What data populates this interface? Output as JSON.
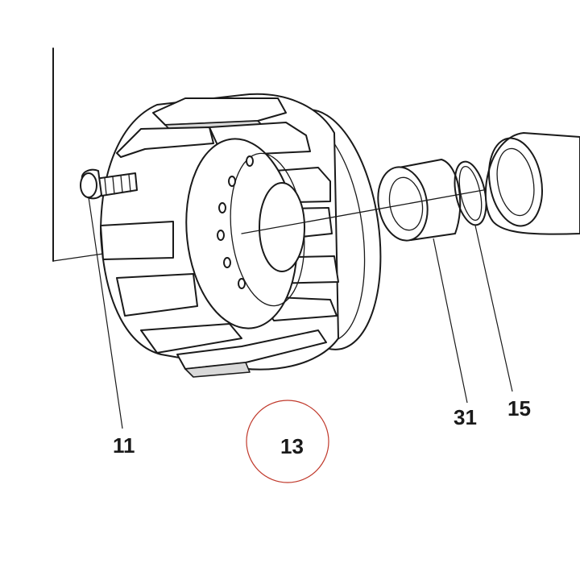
{
  "callouts": {
    "bolt": "11",
    "clutch_housing": "13",
    "bushing": "31",
    "o_ring": "15"
  },
  "highlight_color": "#c0392b"
}
